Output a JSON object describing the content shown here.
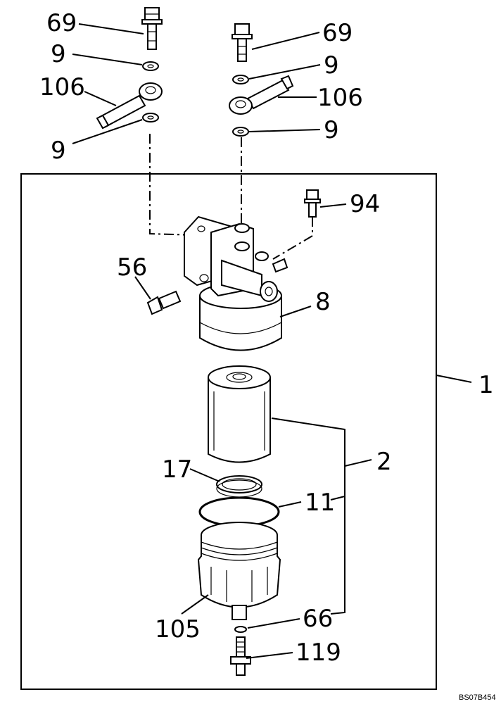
{
  "callouts": {
    "c69_left": "69",
    "c69_right": "69",
    "c9_a": "9",
    "c9_b": "9",
    "c9_c": "9",
    "c9_d": "9",
    "c106_left": "106",
    "c106_right": "106",
    "c94": "94",
    "c56": "56",
    "c8": "8",
    "c1": "1",
    "c2": "2",
    "c17": "17",
    "c11": "11",
    "c105": "105",
    "c66": "66",
    "c119": "119"
  },
  "drawing_code": "BS07B454"
}
